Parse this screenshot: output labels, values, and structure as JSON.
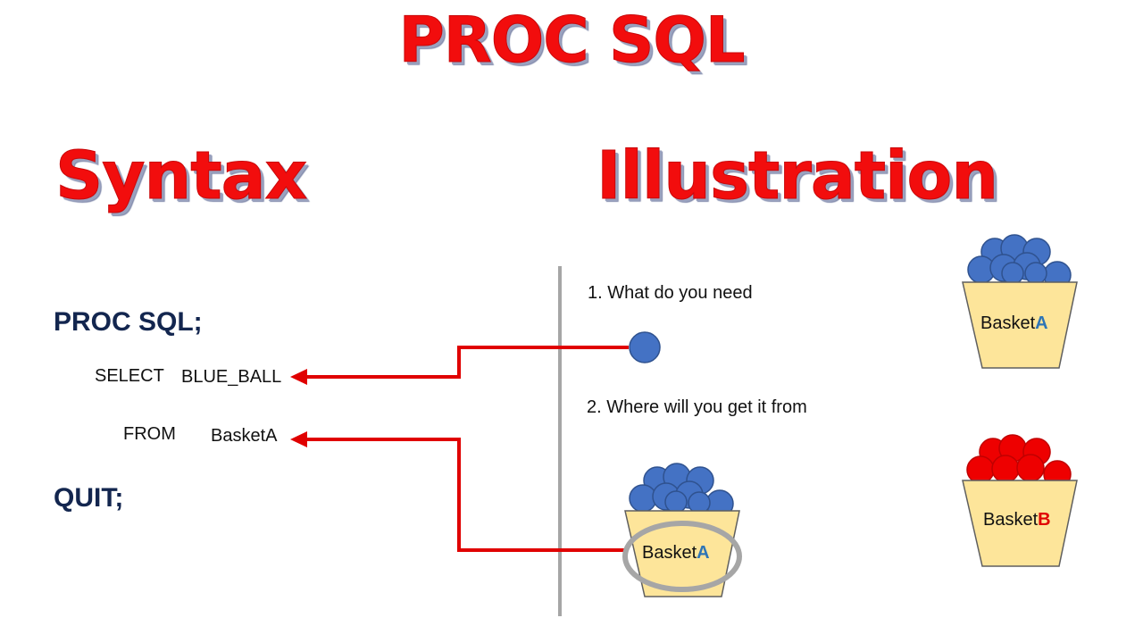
{
  "title": "PROC SQL",
  "left_heading": "Syntax",
  "right_heading": "Illustration",
  "syntax": {
    "proc": "PROC SQL;",
    "select_keyword": "SELECT",
    "select_value": "BLUE_BALL",
    "from_keyword": "FROM",
    "from_value": "BasketA",
    "quit": "QUIT;"
  },
  "steps": {
    "step1": "1. What do you need",
    "step2": "2. Where will you get it from"
  },
  "baskets": {
    "basket_a_prefix": "Basket",
    "basket_a_letter": "A",
    "basket_b_prefix": "Basket",
    "basket_b_letter": "B",
    "selected_prefix": "Basket",
    "selected_letter": "A"
  },
  "colors": {
    "heading_red": "#f20d0d",
    "code_navy": "#13264f",
    "blue_ball": "#4472c4",
    "red_ball": "#ee0000",
    "basket_fill": "#fde59a",
    "arrow_red": "#e00000",
    "letter_blue": "#2e75b6",
    "letter_red": "#e00000",
    "divider_gray": "#a6a6a6",
    "highlight_gray": "#a6a6a6"
  },
  "icons": {
    "ball": "circle",
    "basket": "trapezoid-basket",
    "arrow": "left-arrowhead"
  }
}
